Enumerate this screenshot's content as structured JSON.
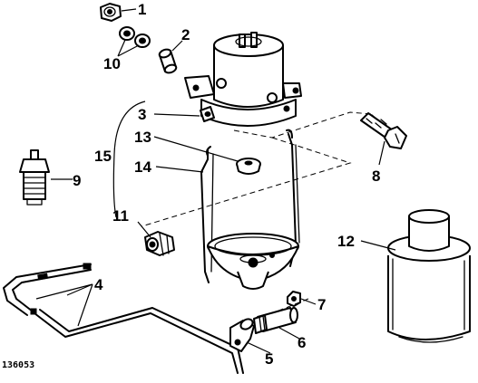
{
  "figure": {
    "number": "136053"
  },
  "callouts": [
    {
      "id": "1",
      "text": "1"
    },
    {
      "id": "2",
      "text": "2"
    },
    {
      "id": "3",
      "text": "3"
    },
    {
      "id": "4",
      "text": "4"
    },
    {
      "id": "5",
      "text": "5"
    },
    {
      "id": "6",
      "text": "6"
    },
    {
      "id": "7",
      "text": "7"
    },
    {
      "id": "8",
      "text": "8"
    },
    {
      "id": "9",
      "text": "9"
    },
    {
      "id": "10",
      "text": "10"
    },
    {
      "id": "11",
      "text": "11"
    },
    {
      "id": "12",
      "text": "12"
    },
    {
      "id": "13",
      "text": "13"
    },
    {
      "id": "14",
      "text": "14"
    },
    {
      "id": "15",
      "text": "15"
    }
  ],
  "colors": {
    "ink": "#000000",
    "paper": "#ffffff"
  }
}
